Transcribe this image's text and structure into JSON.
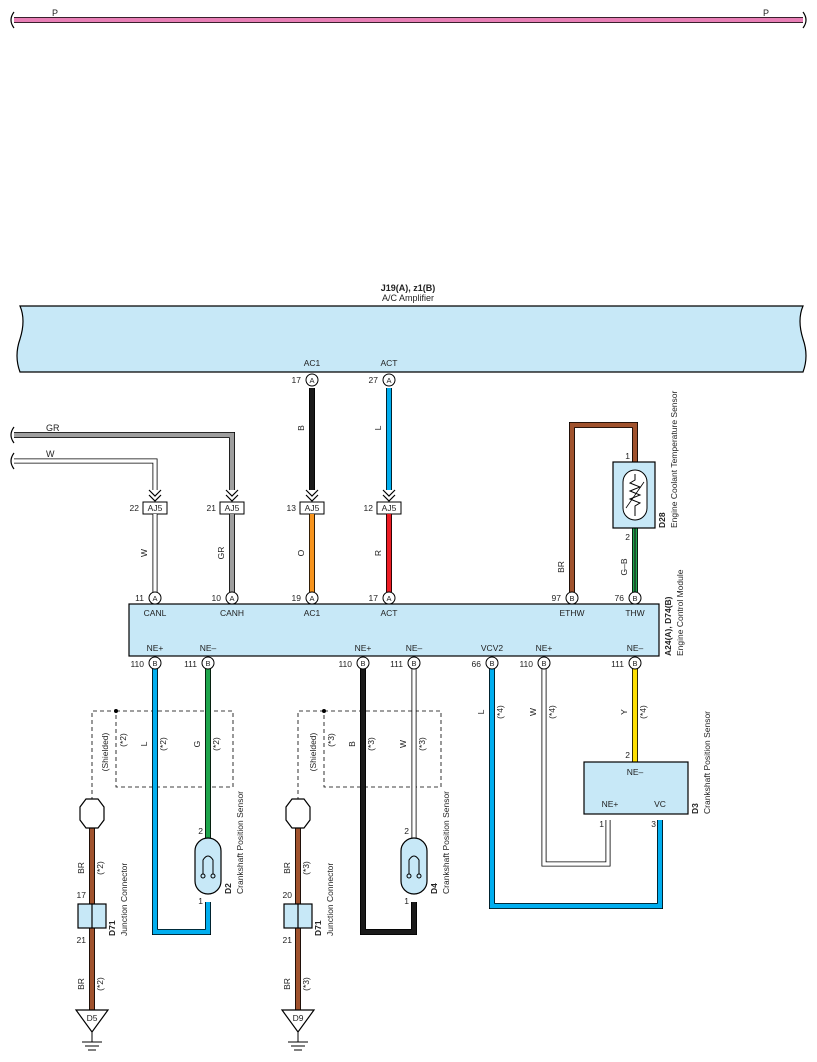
{
  "top_bus": {
    "left_label": "P",
    "right_label": "P",
    "color": "#e87fb6"
  },
  "ac_amp": {
    "id": "J19(A), z1(B)",
    "name": "A/C Amplifier",
    "pins": [
      {
        "num": "17",
        "conn": "A",
        "name": "AC1"
      },
      {
        "num": "27",
        "conn": "A",
        "name": "ACT"
      }
    ]
  },
  "wires_left": [
    {
      "color": "GR"
    },
    {
      "color": "W"
    }
  ],
  "aj5": {
    "label": "AJ5",
    "pins": [
      "22",
      "21",
      "13",
      "12"
    ]
  },
  "wire_colors_upper": {
    "ac1": "B",
    "act": "L"
  },
  "wire_colors_lower": {
    "canl": "W",
    "canh": "GR",
    "ac1": "O",
    "act": "R",
    "ethw": "BR",
    "thw": "G–B"
  },
  "ecm": {
    "id": "A24(A), D74(B)",
    "name": "Engine Control Module",
    "top_pins": [
      {
        "num": "11",
        "conn": "A",
        "name": "CANL"
      },
      {
        "num": "10",
        "conn": "A",
        "name": "CANH"
      },
      {
        "num": "19",
        "conn": "A",
        "name": "AC1"
      },
      {
        "num": "17",
        "conn": "A",
        "name": "ACT"
      },
      {
        "num": "97",
        "conn": "B",
        "name": "ETHW"
      },
      {
        "num": "76",
        "conn": "B",
        "name": "THW"
      }
    ],
    "bottom_pins": [
      {
        "num": "110",
        "conn": "B",
        "name": "NE+"
      },
      {
        "num": "111",
        "conn": "B",
        "name": "NE–"
      },
      {
        "num": "110",
        "conn": "B",
        "name": "NE+"
      },
      {
        "num": "111",
        "conn": "B",
        "name": "NE–"
      },
      {
        "num": "66",
        "conn": "B",
        "name": "VCV2"
      },
      {
        "num": "110",
        "conn": "B",
        "name": "NE+"
      },
      {
        "num": "111",
        "conn": "B",
        "name": "NE–"
      }
    ]
  },
  "d28": {
    "id": "D28",
    "name": "Engine Coolant Temperature Sensor",
    "pin1": "1",
    "pin2": "2"
  },
  "group2": {
    "shield": "(Shielded)",
    "note": "(*2)",
    "c1": "L",
    "c2": "G",
    "br": "BR",
    "d2_id": "D2",
    "d2_name": "Crankshaft Position Sensor",
    "d2_p2": "2",
    "d2_p1": "1",
    "jc_id": "D71",
    "jc_name": "Junction Connector",
    "jc_top": "17",
    "jc_bot": "21",
    "ground": "D5"
  },
  "group3": {
    "shield": "(Shielded)",
    "note": "(*3)",
    "c1": "B",
    "c2": "W",
    "br": "BR",
    "d4_id": "D4",
    "d4_name": "Crankshaft Position Sensor",
    "d4_p2": "2",
    "d4_p1": "1",
    "jc_id": "D71",
    "jc_name": "Junction Connector",
    "jc_top": "20",
    "jc_bot": "21",
    "ground": "D9"
  },
  "group4": {
    "note": "(*4)",
    "c_vcv2": "L",
    "c_nep": "W",
    "c_nem": "Y",
    "d3_id": "D3",
    "d3_name": "Crankshaft Position Sensor",
    "d3_nem": "NE–",
    "d3_nep": "NE+",
    "d3_vc": "VC",
    "d3_p2": "2",
    "d3_p1": "1",
    "d3_p3": "3"
  },
  "colors": {
    "pink": "#e87fb6",
    "light_blue": "#c7e8f7",
    "blue": "#00aeef",
    "green": "#1ea54b",
    "black": "#1a1a1a",
    "orange": "#f7941d",
    "red": "#ed1c24",
    "brown": "#a0522d",
    "yellow": "#ffe000",
    "gray": "#9e9e9e"
  }
}
